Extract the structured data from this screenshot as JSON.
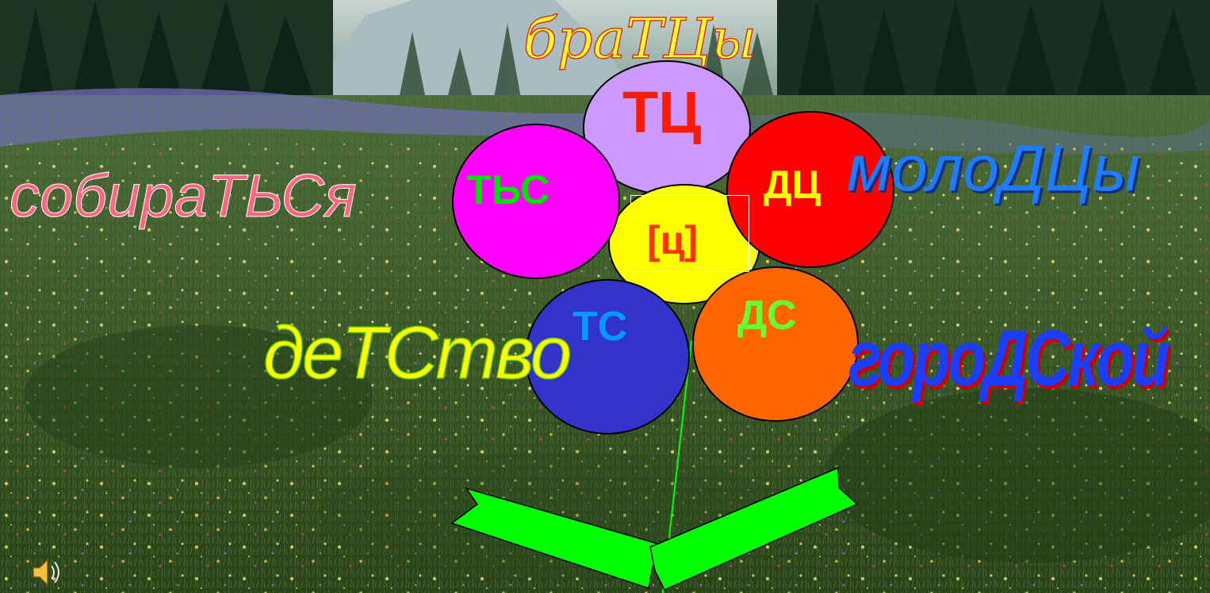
{
  "colors": {
    "petal_top": "#cc99ff",
    "petal_left": "#ff00ff",
    "petal_right": "#ff0000",
    "petal_center": "#ffff00",
    "petal_bottom_left": "#3333cc",
    "petal_bottom_right": "#ff6600",
    "leaf": "#00ff00",
    "stem": "#00ff00"
  },
  "petals": {
    "top": "ТЦ",
    "left": "ТЬС",
    "right": "ДЦ",
    "center": "[ц]",
    "bottom_left": "ТС",
    "bottom_right": "ДС"
  },
  "words": {
    "bratsy": "браТЦы",
    "sobiratsya": "собираТЬСя",
    "molodtsy": "молоДЦы",
    "detstvo": "деТСтво",
    "gorodskoy": "гороДСкой"
  },
  "icons": {
    "speaker": "speaker-icon"
  }
}
